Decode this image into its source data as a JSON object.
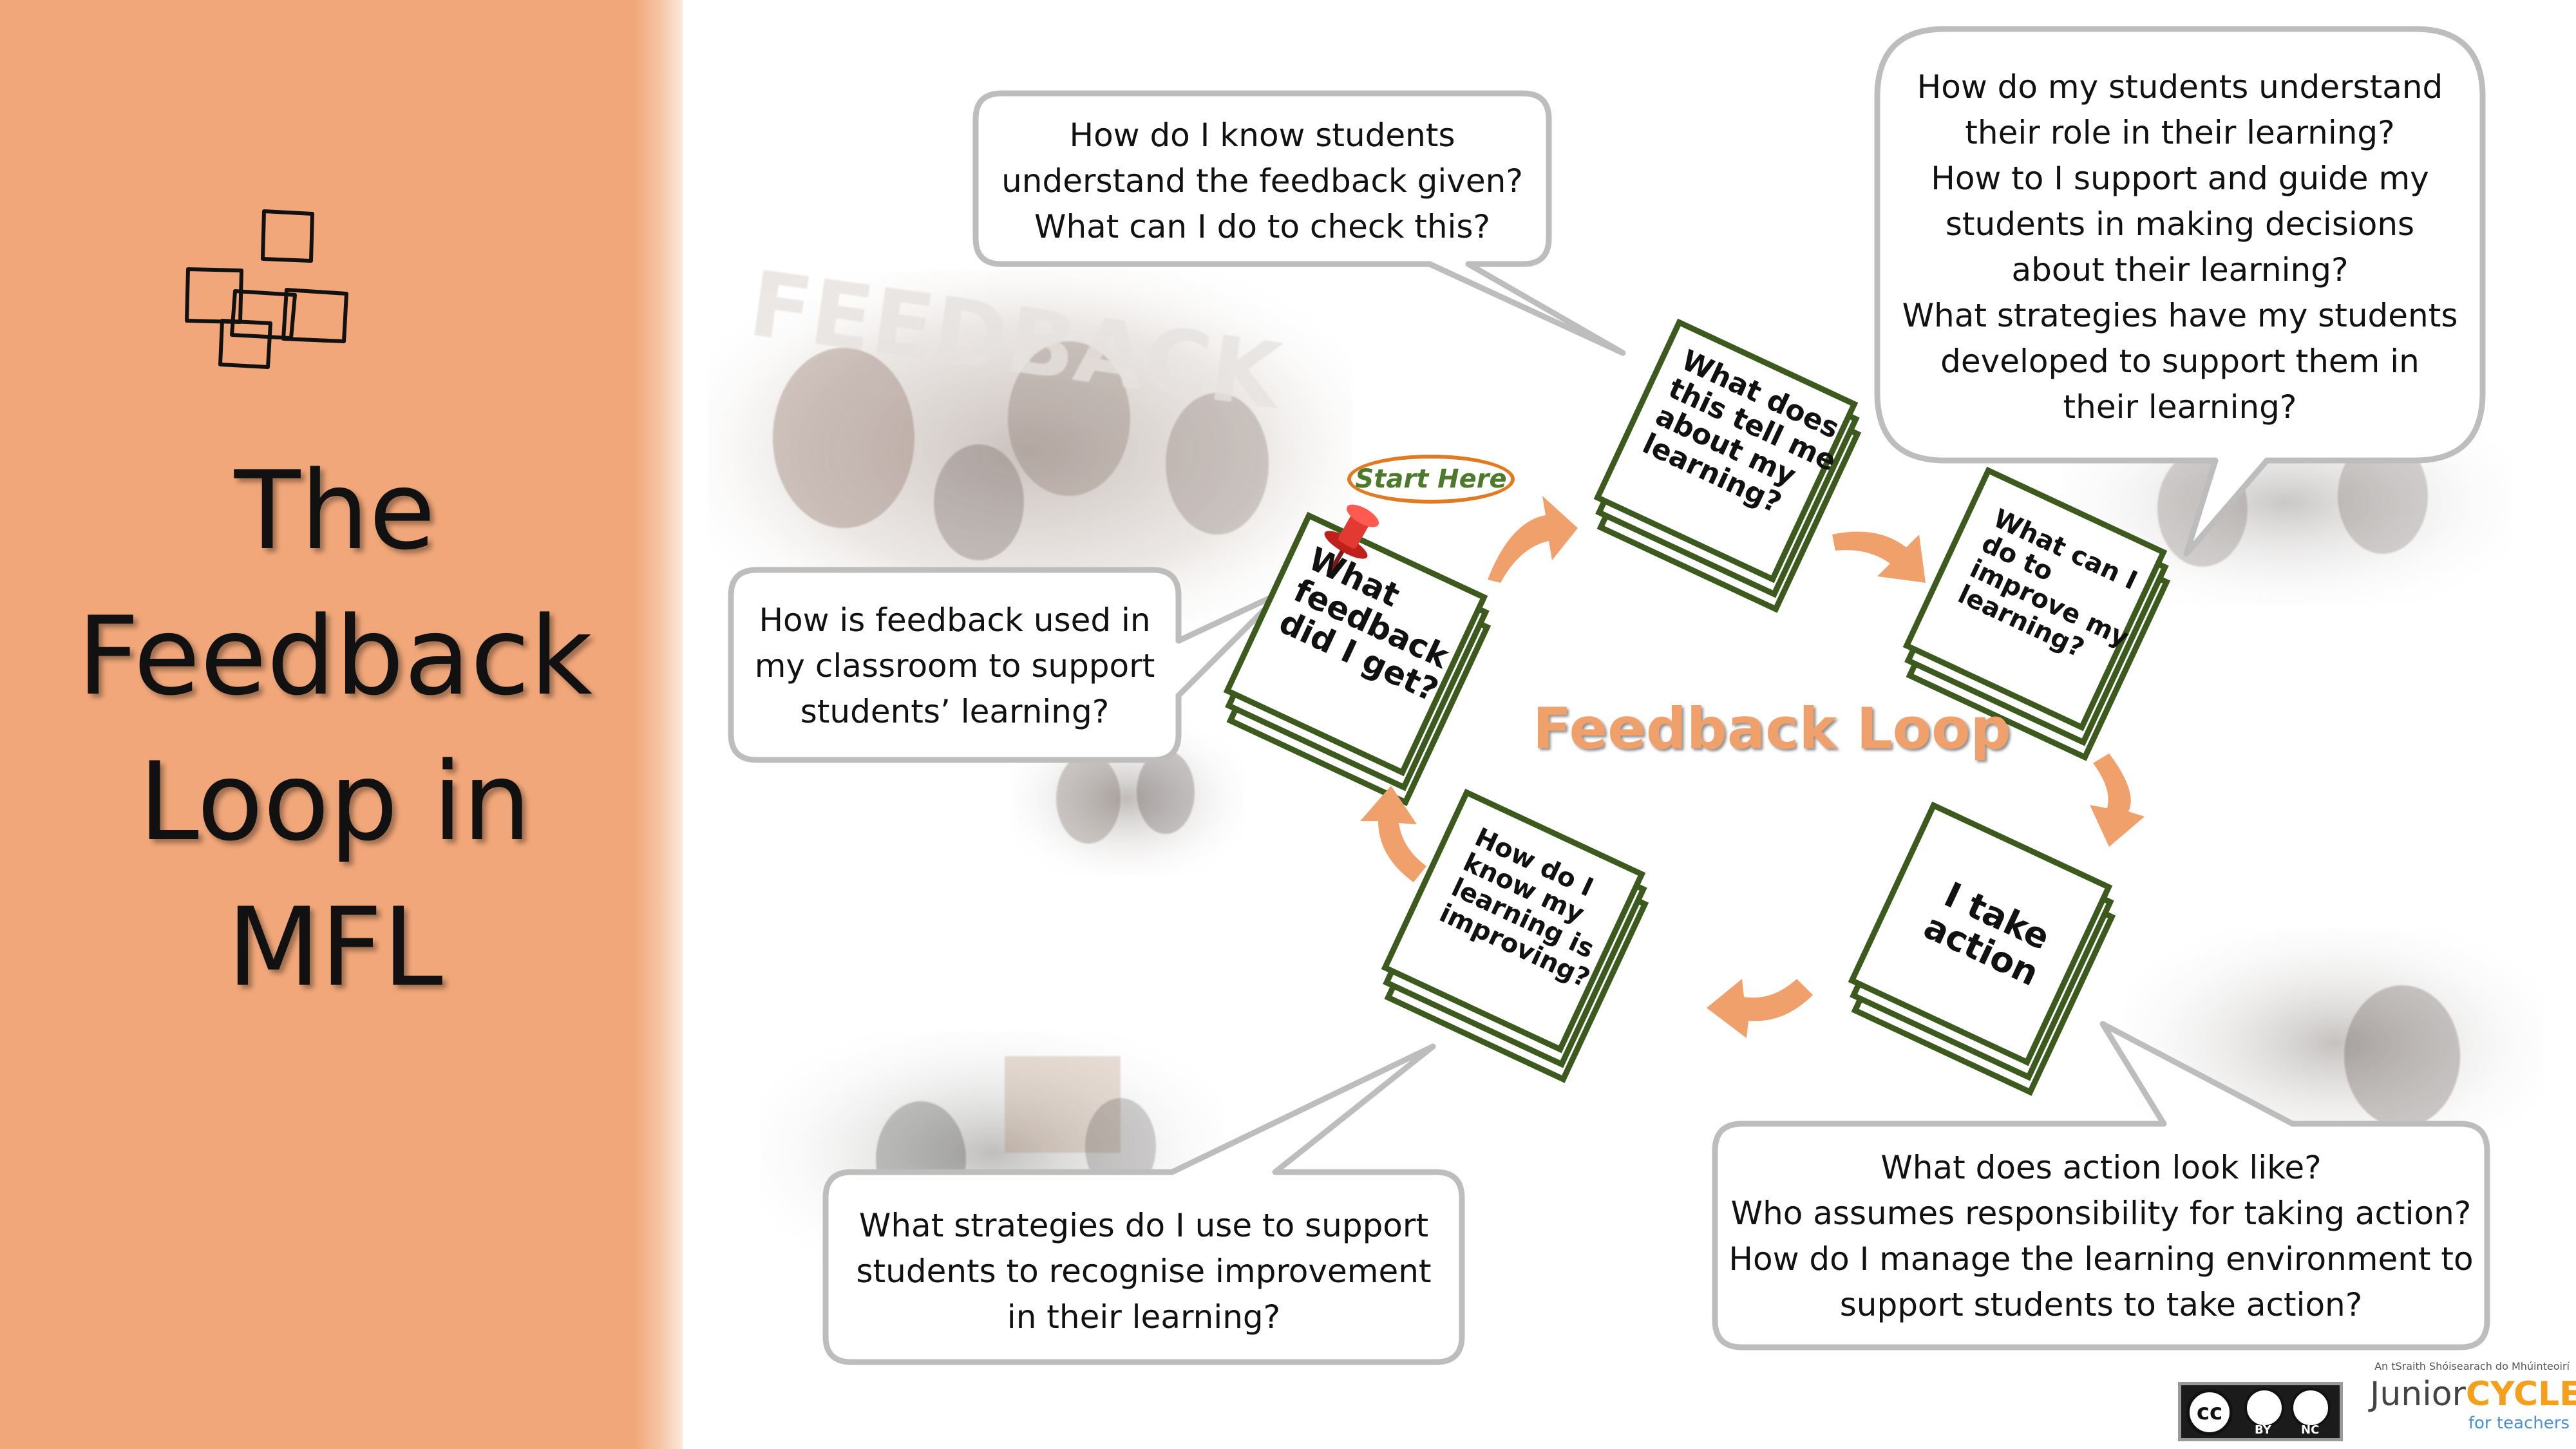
{
  "title_lines": [
    "The",
    "Feedback",
    "Loop in",
    "MFL"
  ],
  "center_label": "Feedback Loop",
  "start_here": "Start Here",
  "notes": {
    "what_feedback": [
      "What",
      "feedback",
      "did I get?"
    ],
    "what_does_this_tell": [
      "What does",
      "this tell me",
      "about my",
      "learning?"
    ],
    "what_can_i_do": [
      "What can I",
      "do to",
      "improve my",
      "learning?"
    ],
    "i_take_action": [
      "I take",
      "action"
    ],
    "how_do_i_know": [
      "How do I",
      "know my",
      "learning is",
      "improving?"
    ]
  },
  "bubbles": {
    "top_center": [
      "How do I know students",
      "understand the feedback given?",
      "What can I do to check this?"
    ],
    "top_right": [
      "How do my students understand",
      "their role in their learning?",
      "How to I support and guide my",
      "students in making decisions",
      "about their learning?",
      "What strategies have my students",
      "developed to support them in",
      "their learning?"
    ],
    "left": [
      "How is feedback used in",
      "my classroom to support",
      "students’ learning?"
    ],
    "bottom_left": [
      "What strategies do I use to support",
      "students to recognise improvement",
      "in their learning?"
    ],
    "bottom_right": [
      "What does action look like?",
      "Who assumes responsibility for taking action?",
      "How do I manage the learning environment to",
      "support students to take action?"
    ]
  },
  "watermark_text": "FEEDBACK",
  "license": {
    "cc": "cc",
    "by": "BY",
    "nc": "NC"
  },
  "junior_cycle": {
    "top": "An tSraith Shóisearach do Mhúinteoirí",
    "junior": "Junior",
    "cycle": "CYCLE",
    "for": "for teachers"
  },
  "colors": {
    "sidebar": "#f1a779",
    "arrow": "#f0a06a",
    "note_border": "#3d5a1e",
    "bubble_border": "#bdbdbd"
  }
}
